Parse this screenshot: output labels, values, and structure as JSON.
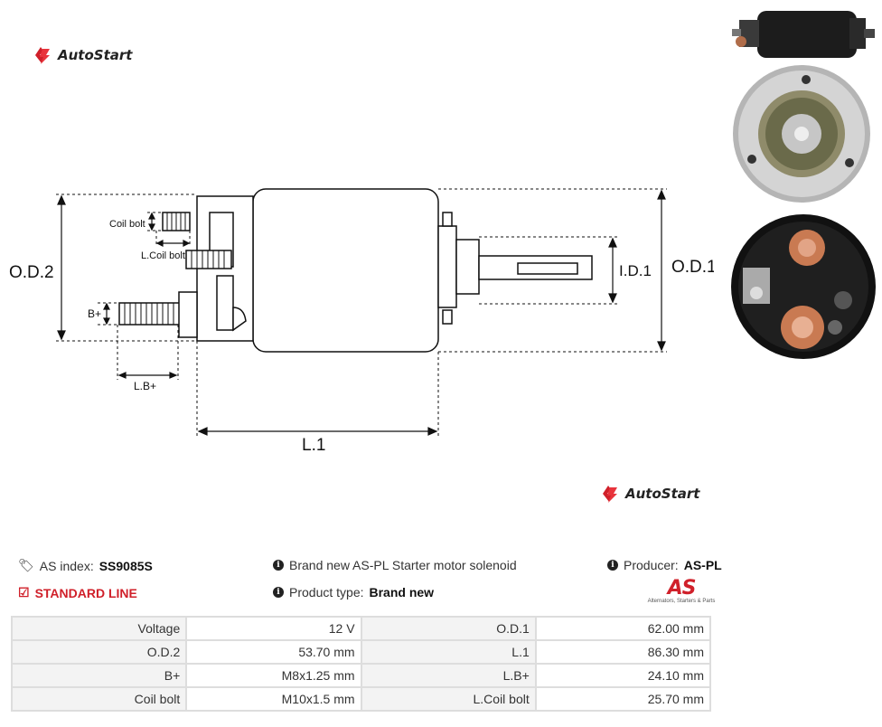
{
  "brand": {
    "name": "AutoStart"
  },
  "diagram": {
    "labels": {
      "od2": "O.D.2",
      "od1": "O.D.1",
      "id1": "I.D.1",
      "l1": "L.1",
      "coil_bolt": "Coil bolt",
      "l_coil_bolt": "L.Coil bolt",
      "b_plus": "B+",
      "l_b_plus": "L.B+"
    }
  },
  "info": {
    "as_index_label": "AS index:",
    "as_index_value": "SS9085S",
    "standard_line": "STANDARD LINE",
    "description": "Brand new AS-PL Starter motor solenoid",
    "product_type_label": "Product type:",
    "product_type_value": "Brand new",
    "producer_label": "Producer:",
    "producer_value": "AS-PL",
    "as_logo_text": "AS",
    "as_logo_tagline": "Alternators, Starters & Parts"
  },
  "specs": [
    {
      "label1": "Voltage",
      "value1": "12 V",
      "label2": "O.D.1",
      "value2": "62.00 mm"
    },
    {
      "label1": "O.D.2",
      "value1": "53.70 mm",
      "label2": "L.1",
      "value2": "86.30 mm"
    },
    {
      "label1": "B+",
      "value1": "M8x1.25 mm",
      "label2": "L.B+",
      "value2": "24.10 mm"
    },
    {
      "label1": "Coil bolt",
      "value1": "M10x1.5 mm",
      "label2": "L.Coil bolt",
      "value2": "25.70 mm"
    }
  ],
  "colors": {
    "accent": "#d0202a",
    "border": "#dddddd",
    "label_bg": "#f3f3f3"
  },
  "icons": [
    "autostart-logo-icon",
    "tags-icon",
    "check-square-icon",
    "info-circle-icon"
  ]
}
